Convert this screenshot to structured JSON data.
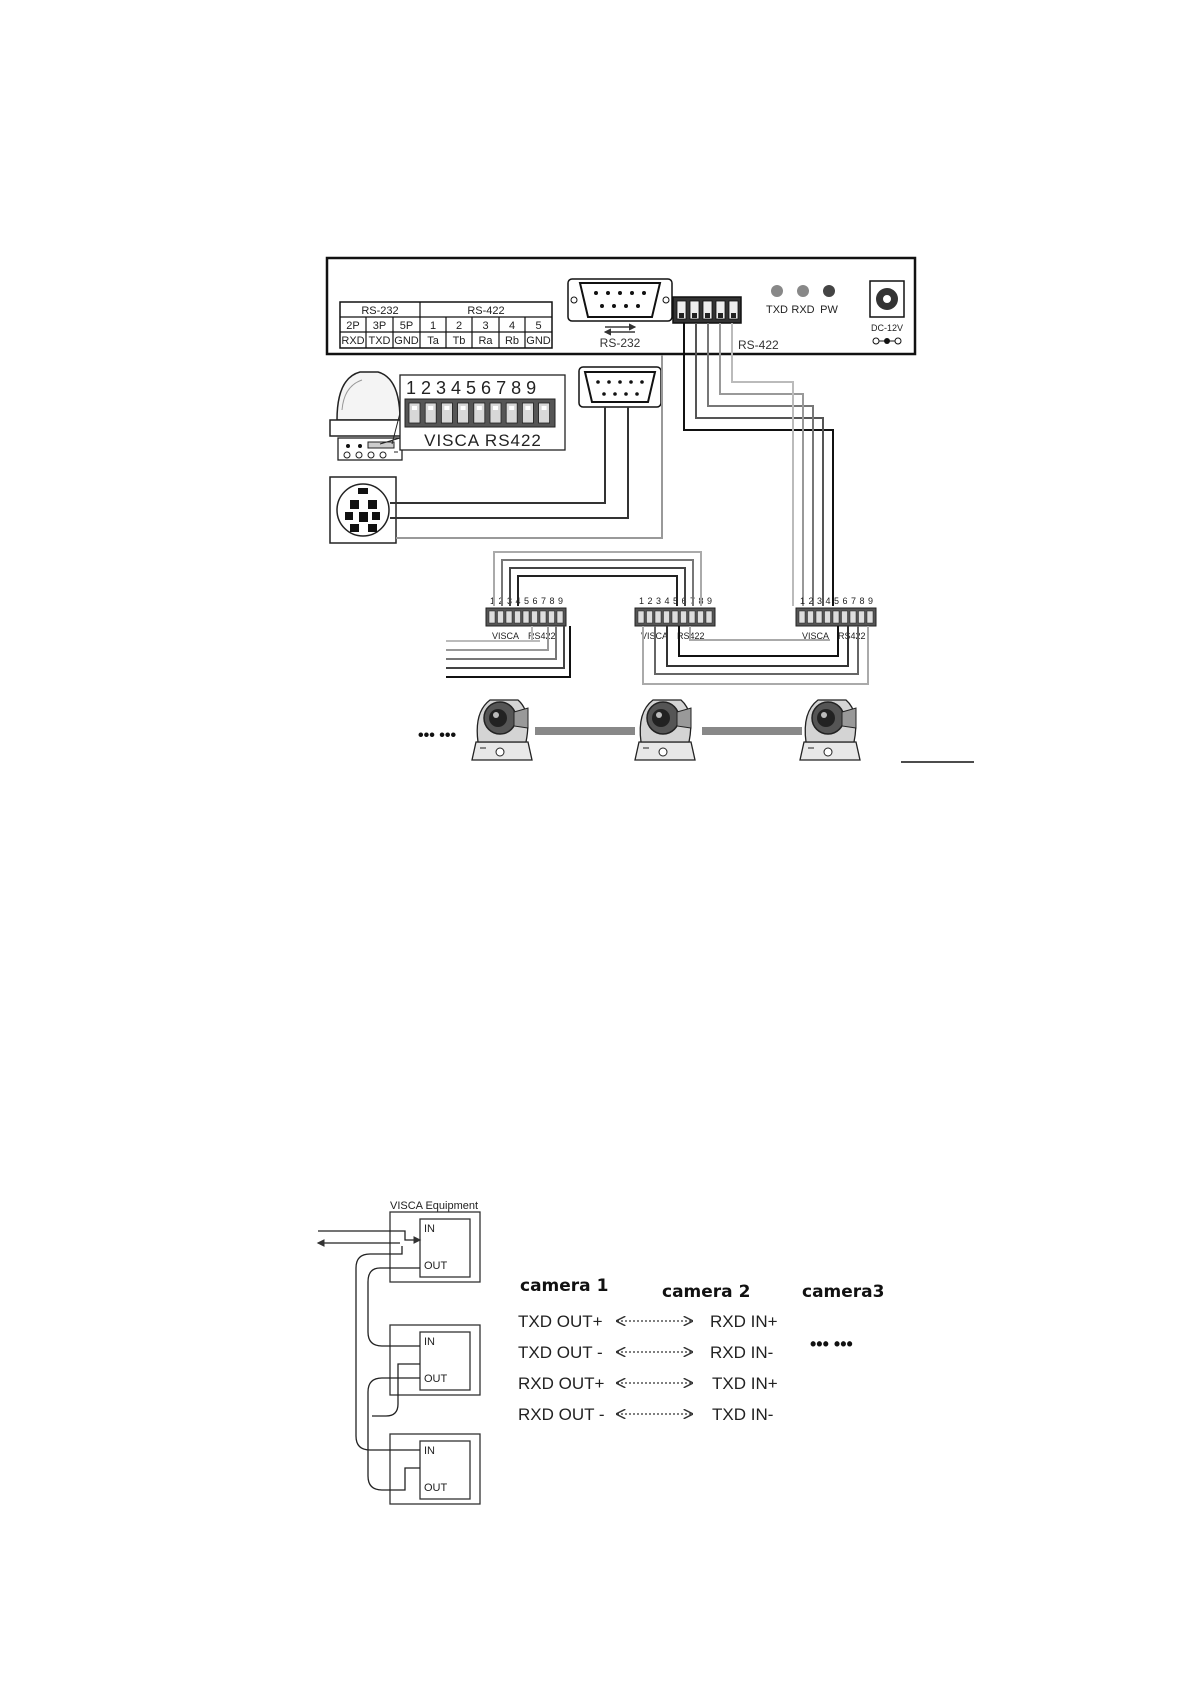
{
  "panel": {
    "rs232_header": "RS-232",
    "rs422_header": "RS-422",
    "pin_row": [
      "2P",
      "3P",
      "5P",
      "1",
      "2",
      "3",
      "4",
      "5"
    ],
    "signal_row": [
      "RXD",
      "TXD",
      "GND",
      "Ta",
      "Tb",
      "Ra",
      "Rb",
      "GND"
    ],
    "db9_label": "RS-232",
    "rs422_label": "RS-422",
    "leds": [
      "TXD",
      "RXD",
      "PW"
    ],
    "power_label": "DC-12V"
  },
  "camera_block": {
    "pin_numbers": "1 2 3 4 5 6 7 8 9",
    "terminal_label": "VISCA RS422"
  },
  "chain": {
    "pin_numbers": "1 2 3 4 5 6 7 8 9",
    "terminal_label_left": "VISCA",
    "terminal_label_right": "RS422",
    "ellipsis": "•••  •••"
  },
  "loop": {
    "title": "VISCA Equipment",
    "in_label": "IN",
    "out_label": "OUT"
  },
  "connections": {
    "camera1": "camera 1",
    "camera2": "camera 2",
    "camera3": "camera3",
    "pairs": [
      {
        "left": "TXD OUT+",
        "right": "RXD IN+"
      },
      {
        "left": "TXD OUT -",
        "right": "RXD IN-"
      },
      {
        "left": "RXD OUT+",
        "right": "TXD IN+"
      },
      {
        "left": "RXD OUT -",
        "right": "TXD IN-"
      }
    ],
    "ellipsis": "••• •••"
  }
}
